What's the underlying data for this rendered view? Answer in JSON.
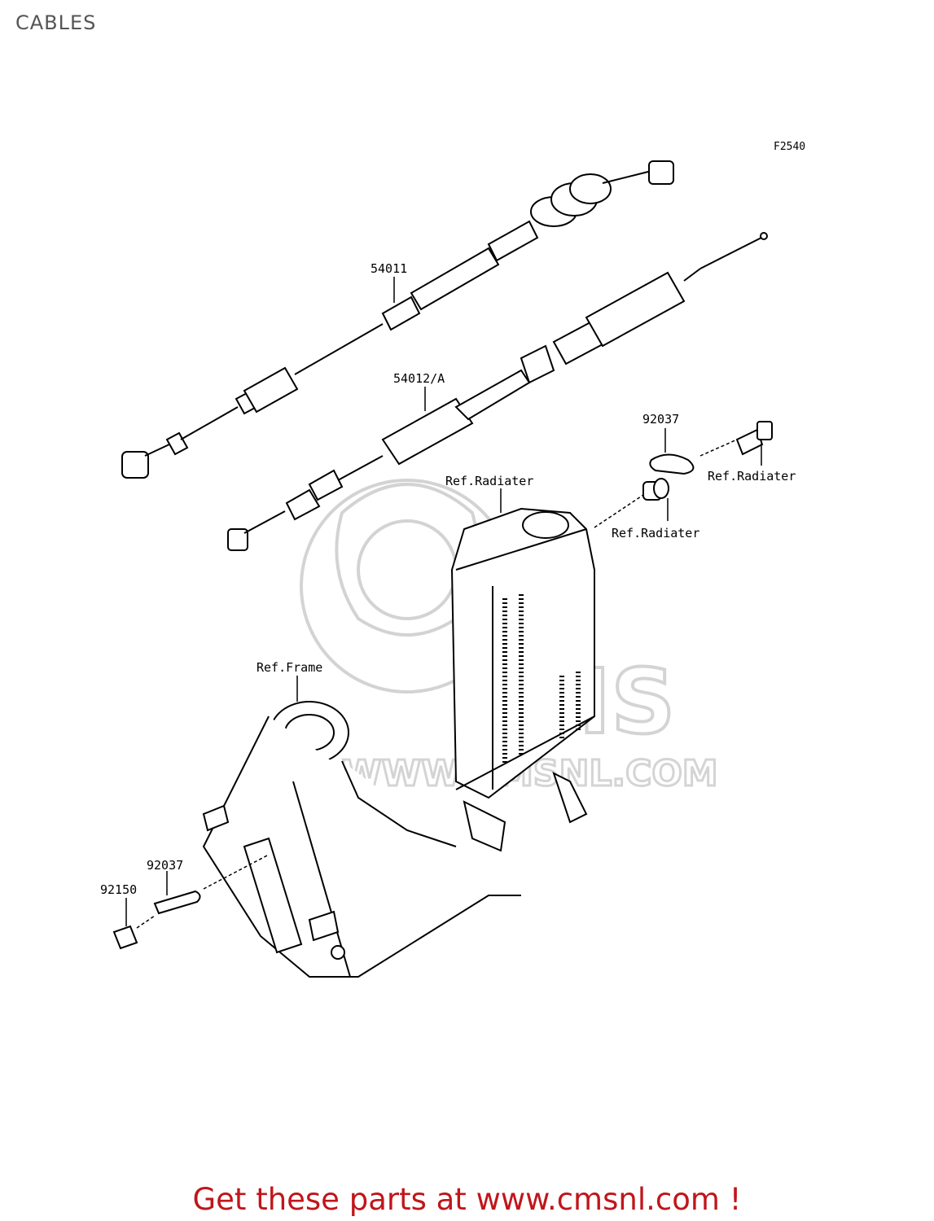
{
  "page": {
    "title": "CABLES"
  },
  "diagram": {
    "figure_code": "F2540",
    "labels": {
      "cable_54011": "54011",
      "cable_54012": "54012/A",
      "clamp_top": "92037",
      "ref_radiator_1": "Ref.Radiater",
      "ref_radiator_2": "Ref.Radiater",
      "ref_radiator_3": "Ref.Radiater",
      "ref_frame": "Ref.Frame",
      "clamp_bottom": "92037",
      "bolt_bottom": "92150"
    },
    "watermark": {
      "text": "WWW.CMSNL.COM",
      "logo": "CMS"
    }
  },
  "footer": {
    "text": "Get these parts at www.cmsnl.com !",
    "color": "#c0161b"
  }
}
